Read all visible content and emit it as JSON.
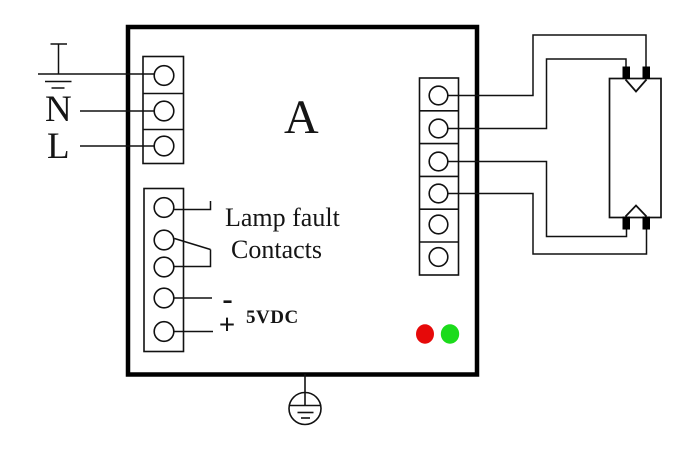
{
  "diagram": {
    "module_label": "A",
    "mains_inputs": {
      "earth_symbol": "earth-ground",
      "neutral": "N",
      "line": "L"
    },
    "fault_contacts": {
      "label_line1": "Lamp fault",
      "label_line2": "Contacts"
    },
    "dc_supply": {
      "minus": "-",
      "plus": "+",
      "label": "5VDC"
    },
    "indicators": {
      "red_led_color": "#e60909",
      "green_led_color": "#1bdb1b"
    },
    "chassis_symbol": "protective-earth",
    "lamp_symbol": "fluorescent-tube",
    "line_color": "#111111"
  }
}
